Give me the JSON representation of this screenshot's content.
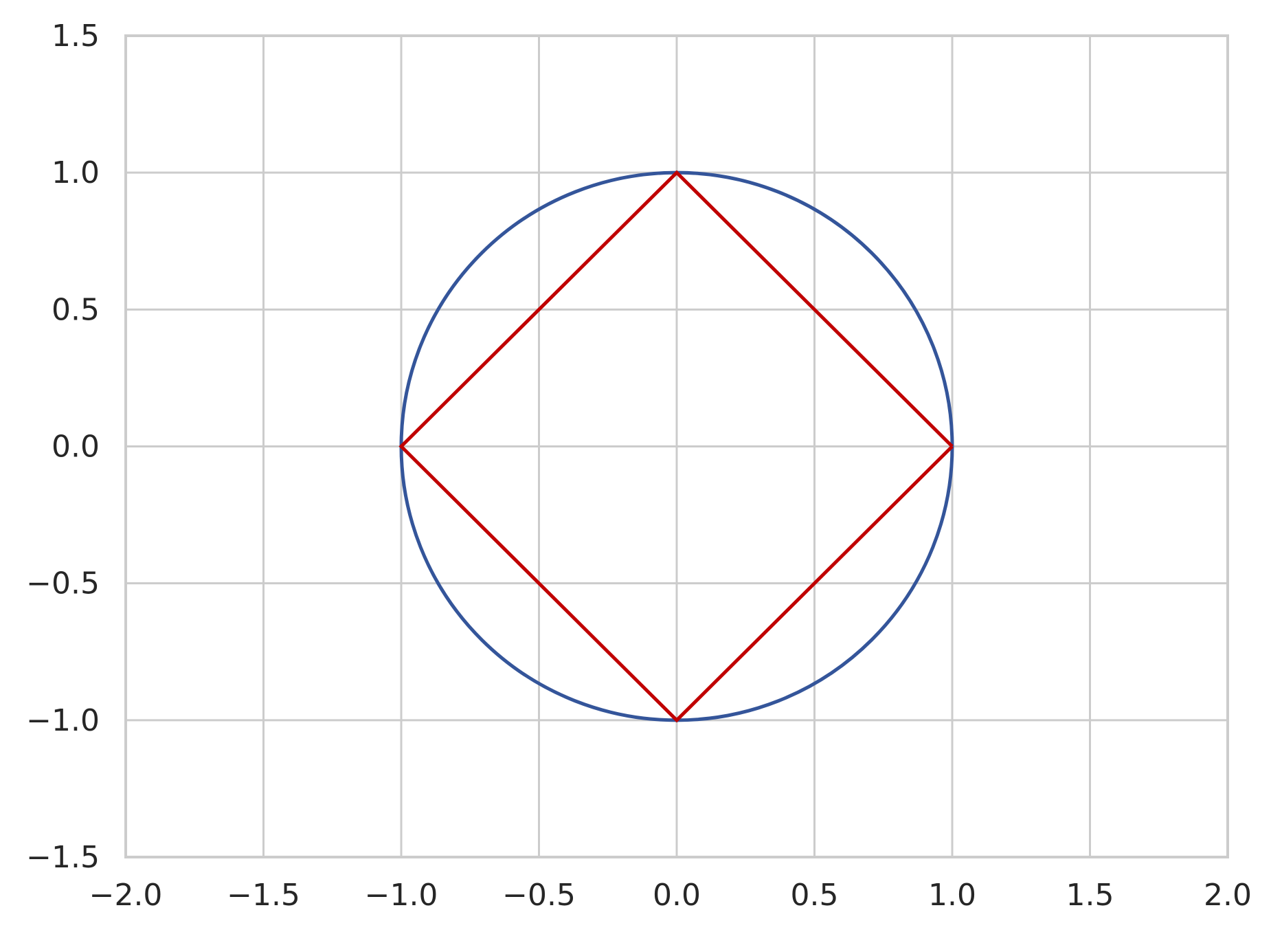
{
  "chart_data": {
    "type": "line",
    "title": "",
    "xlabel": "",
    "ylabel": "",
    "xlim": [
      -2.0,
      2.0
    ],
    "ylim": [
      -1.5,
      1.5
    ],
    "grid": true,
    "x_ticks": [
      -2.0,
      -1.5,
      -1.0,
      -0.5,
      0.0,
      0.5,
      1.0,
      1.5,
      2.0
    ],
    "y_ticks": [
      -1.5,
      -1.0,
      -0.5,
      0.0,
      0.5,
      1.0,
      1.5
    ],
    "x_tick_labels": [
      "−2.0",
      "−1.5",
      "−1.0",
      "−0.5",
      "0.0",
      "0.5",
      "1.0",
      "1.5",
      "2.0"
    ],
    "y_tick_labels": [
      "−1.5",
      "−1.0",
      "−0.5",
      "0.0",
      "0.5",
      "1.0",
      "1.5"
    ],
    "series": [
      {
        "shape": "circle",
        "center": [
          0,
          0
        ],
        "radius": 1,
        "color": "#34559a"
      },
      {
        "shape": "polyline",
        "x": [
          1,
          0,
          -1,
          0,
          1
        ],
        "y": [
          0,
          1,
          0,
          -1,
          0
        ],
        "color": "#c00000"
      }
    ]
  }
}
